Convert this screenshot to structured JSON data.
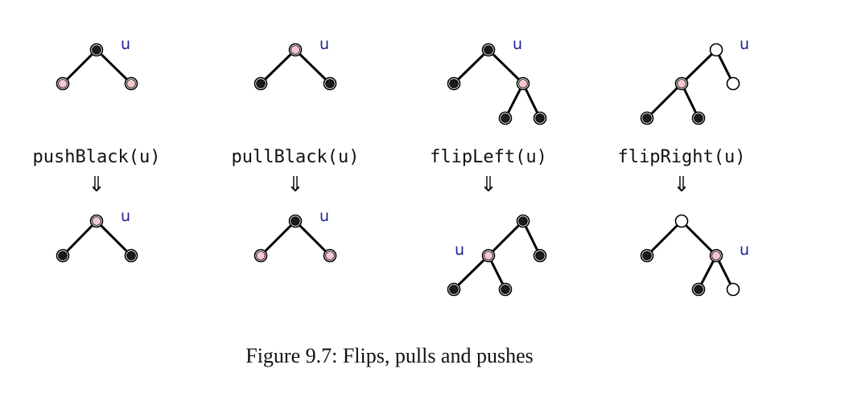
{
  "colors": {
    "black_node": "#1a1a1a",
    "red_node": "#f7c6cf",
    "white_node": "#ffffff",
    "label_blue": "#1c1c9a"
  },
  "arrow_symbol": "⇓",
  "pointer_label": "u",
  "operations": [
    {
      "label": "pushBlack(u)"
    },
    {
      "label": "pullBlack(u)"
    },
    {
      "label": "flipLeft(u)"
    },
    {
      "label": "flipRight(u)"
    }
  ],
  "caption": "Figure 9.7: Flips, pulls and pushes"
}
